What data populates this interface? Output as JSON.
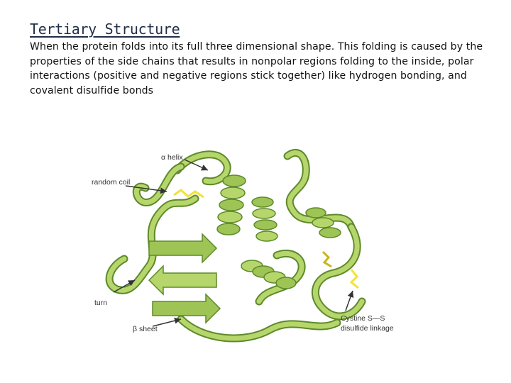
{
  "slide": {
    "title": "Tertiary Structure",
    "body": "When the protein folds into its full three dimensional shape. This folding is caused by the properties of the side chains that results in nonpolar regions folding to the inside, polar interactions (positive and negative regions stick together) like hydrogen bonding, and covalent disulfide bonds"
  },
  "figure": {
    "labels": {
      "alpha_helix": "α helix",
      "random_coil": "random coil",
      "turn": "turn",
      "beta_sheet": "β sheet",
      "cystine_line1": "Cystine S—S",
      "cystine_line2": "disulfide linkage"
    },
    "colors": {
      "ribbon_light": "#b6d66c",
      "ribbon_mid": "#8fbb46",
      "ribbon_dark": "#5d8a2a",
      "disulfide": "#f2e23a",
      "label_text": "#333333"
    }
  }
}
